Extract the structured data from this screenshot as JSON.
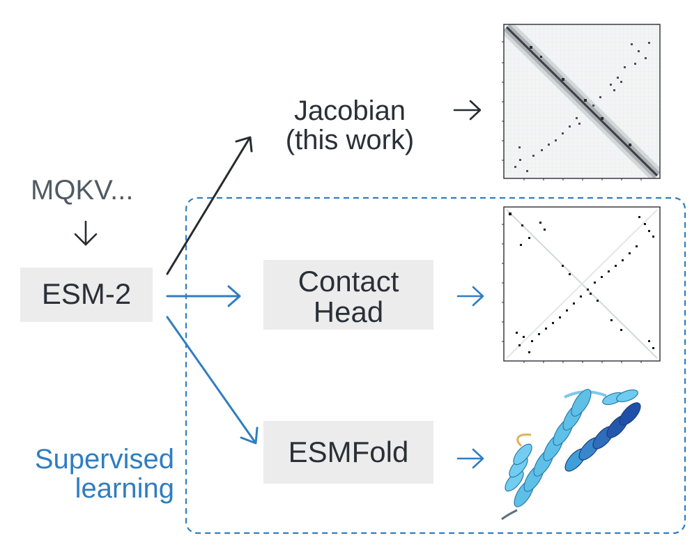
{
  "input": {
    "sequence": "MQKV..."
  },
  "model": {
    "label": "ESM-2"
  },
  "branches": [
    {
      "line1": "Jacobian",
      "line2": "(this work)"
    },
    {
      "line1": "Contact",
      "line2": "Head"
    },
    {
      "line1": "ESMFold",
      "line2": ""
    }
  ],
  "group": {
    "line1": "Supervised",
    "line2": "learning"
  },
  "colors": {
    "dark_arrow": "#262b31",
    "blue_arrow": "#2f7dc1",
    "box_fill": "#ececec",
    "helix_light": "#5ec0e6",
    "helix_dark": "#1f4fa8"
  },
  "outputs": [
    {
      "kind": "contact-map-dense",
      "icon": "jacobian-map-icon"
    },
    {
      "kind": "contact-map-sparse",
      "icon": "contact-map-icon"
    },
    {
      "kind": "protein-structure",
      "icon": "protein-ribbon-icon"
    }
  ]
}
